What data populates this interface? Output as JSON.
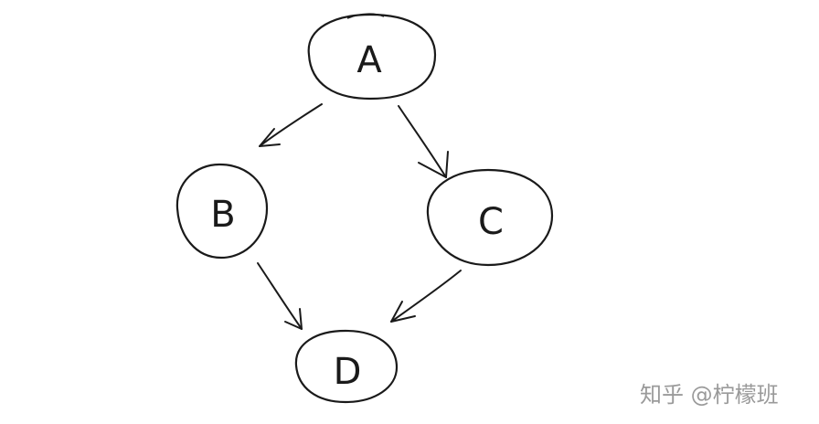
{
  "diagram": {
    "nodes": [
      {
        "id": "A",
        "label": "A"
      },
      {
        "id": "B",
        "label": "B"
      },
      {
        "id": "C",
        "label": "C"
      },
      {
        "id": "D",
        "label": "D"
      }
    ],
    "edges": [
      {
        "from": "A",
        "to": "B"
      },
      {
        "from": "A",
        "to": "C"
      },
      {
        "from": "B",
        "to": "D"
      },
      {
        "from": "C",
        "to": "D"
      }
    ]
  },
  "watermark": "知乎 @柠檬班",
  "colors": {
    "ink": "#1a1a1a",
    "watermark": "#9a9a9a",
    "background": "#ffffff"
  }
}
